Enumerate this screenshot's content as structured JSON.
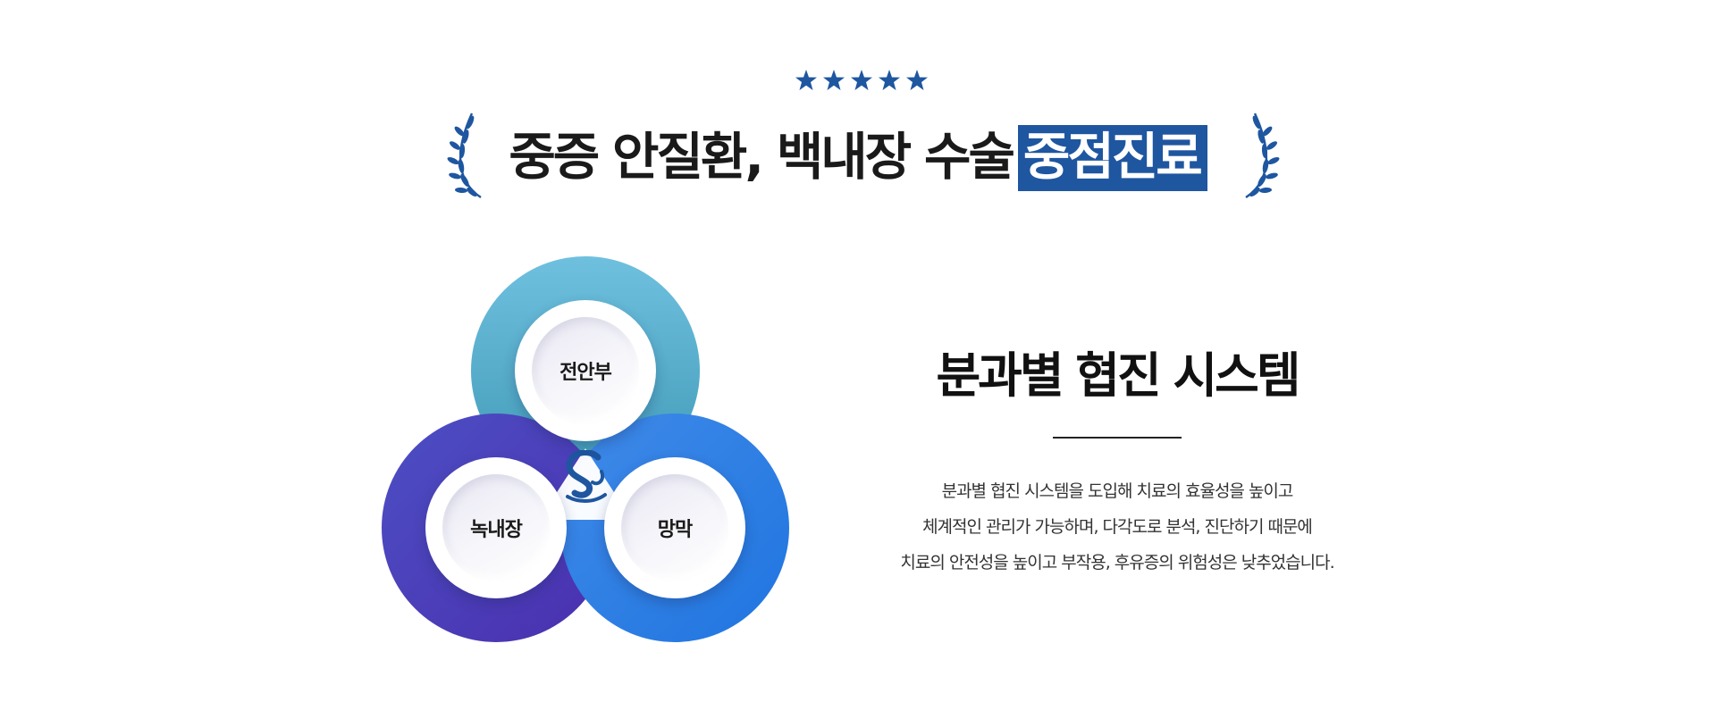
{
  "header": {
    "stars_count": 5,
    "title_main": "중증 안질환, 백내장 수술",
    "title_highlight": "중점진료"
  },
  "diagram": {
    "nodes": [
      {
        "key": "top",
        "label": "전안부"
      },
      {
        "key": "left",
        "label": "녹내장"
      },
      {
        "key": "right",
        "label": "망막"
      }
    ],
    "colors": {
      "top_ring": "#5fb2cf",
      "left_ring": "#4a3fb8",
      "right_ring": "#2d86e6",
      "brand": "#1e56a0"
    }
  },
  "section": {
    "title": "분과별 협진 시스템",
    "description": [
      "분과별 협진 시스템을 도입해 치료의 효율성을 높이고",
      "체계적인 관리가 가능하며, 다각도로 분석, 진단하기 때문에",
      "치료의 안전성을 높이고 부작용, 후유증의 위험성은 낮추었습니다."
    ]
  }
}
